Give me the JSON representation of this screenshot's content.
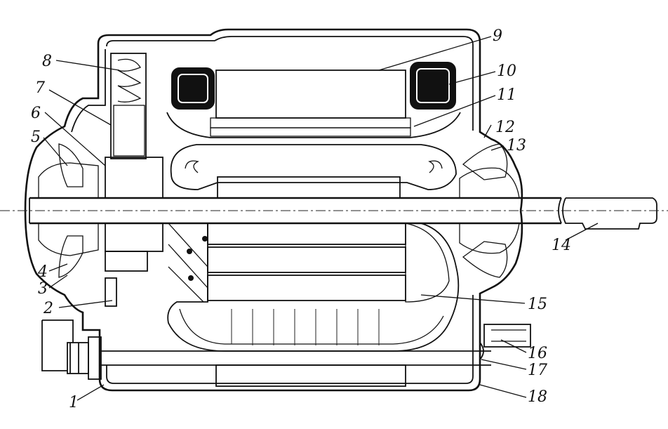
{
  "diagram": {
    "callouts": [
      {
        "id": "1",
        "text": "1"
      },
      {
        "id": "2",
        "text": "2"
      },
      {
        "id": "3",
        "text": "3"
      },
      {
        "id": "4",
        "text": "4"
      },
      {
        "id": "5",
        "text": "5"
      },
      {
        "id": "6",
        "text": "6"
      },
      {
        "id": "7",
        "text": "7"
      },
      {
        "id": "8",
        "text": "8"
      },
      {
        "id": "9",
        "text": "9"
      },
      {
        "id": "10",
        "text": "10"
      },
      {
        "id": "11",
        "text": "11"
      },
      {
        "id": "12",
        "text": "12"
      },
      {
        "id": "13",
        "text": "13"
      },
      {
        "id": "14",
        "text": "14"
      },
      {
        "id": "15",
        "text": "15"
      },
      {
        "id": "16",
        "text": "16"
      },
      {
        "id": "17",
        "text": "17"
      },
      {
        "id": "18",
        "text": "18"
      }
    ]
  }
}
